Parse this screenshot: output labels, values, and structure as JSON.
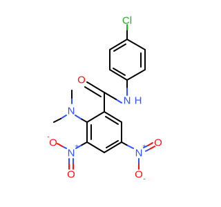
{
  "molecule": {
    "atoms": {
      "cl": "Cl",
      "amide_n": "N",
      "amide_h": "H",
      "carbonyl_o": "O",
      "dimethyl_n": "N",
      "nitro3_n": "N",
      "nitro3_n_charge": "+",
      "nitro3_o_single": "O",
      "nitro3_o_single_charge": "-",
      "nitro3_o_double": "O",
      "nitro5_n": "N",
      "nitro5_n_charge": "+",
      "nitro5_o_double": "O",
      "nitro5_o_single": "O",
      "nitro5_o_single_charge": "-"
    },
    "colors": {
      "carbon": "#000000",
      "nitrogen": "#3050f8",
      "oxygen": "#ff0d0d",
      "chlorine": "#1fb01f"
    }
  }
}
